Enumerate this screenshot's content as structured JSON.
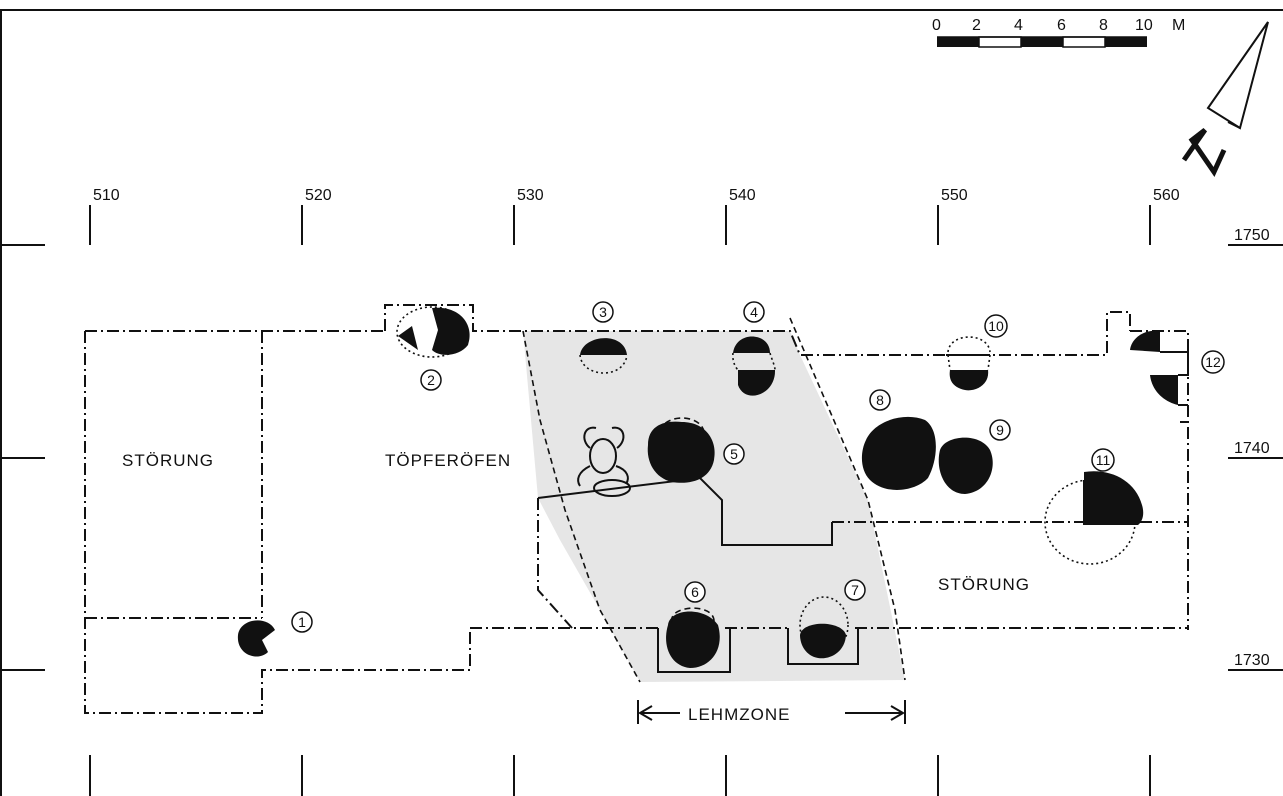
{
  "scale": {
    "ticks": [
      "0",
      "2",
      "4",
      "6",
      "8",
      "10"
    ],
    "unit": "M"
  },
  "north_arrow": {
    "label": "N"
  },
  "grid": {
    "x_labels": [
      "510",
      "520",
      "530",
      "540",
      "550",
      "560"
    ],
    "y_labels": [
      "1750",
      "1740",
      "1730"
    ]
  },
  "areas": {
    "stoerung_west": "STÖRUNG",
    "toepferoefen": "TÖPFERÖFEN",
    "stoerung_east": "STÖRUNG",
    "lehmzone": "LEHMZONE"
  },
  "features": [
    "1",
    "2",
    "3",
    "4",
    "5",
    "6",
    "7",
    "8",
    "9",
    "10",
    "11",
    "12"
  ],
  "colors": {
    "ink": "#111111",
    "clay_zone": "#e6e6e6",
    "paper": "#ffffff"
  }
}
